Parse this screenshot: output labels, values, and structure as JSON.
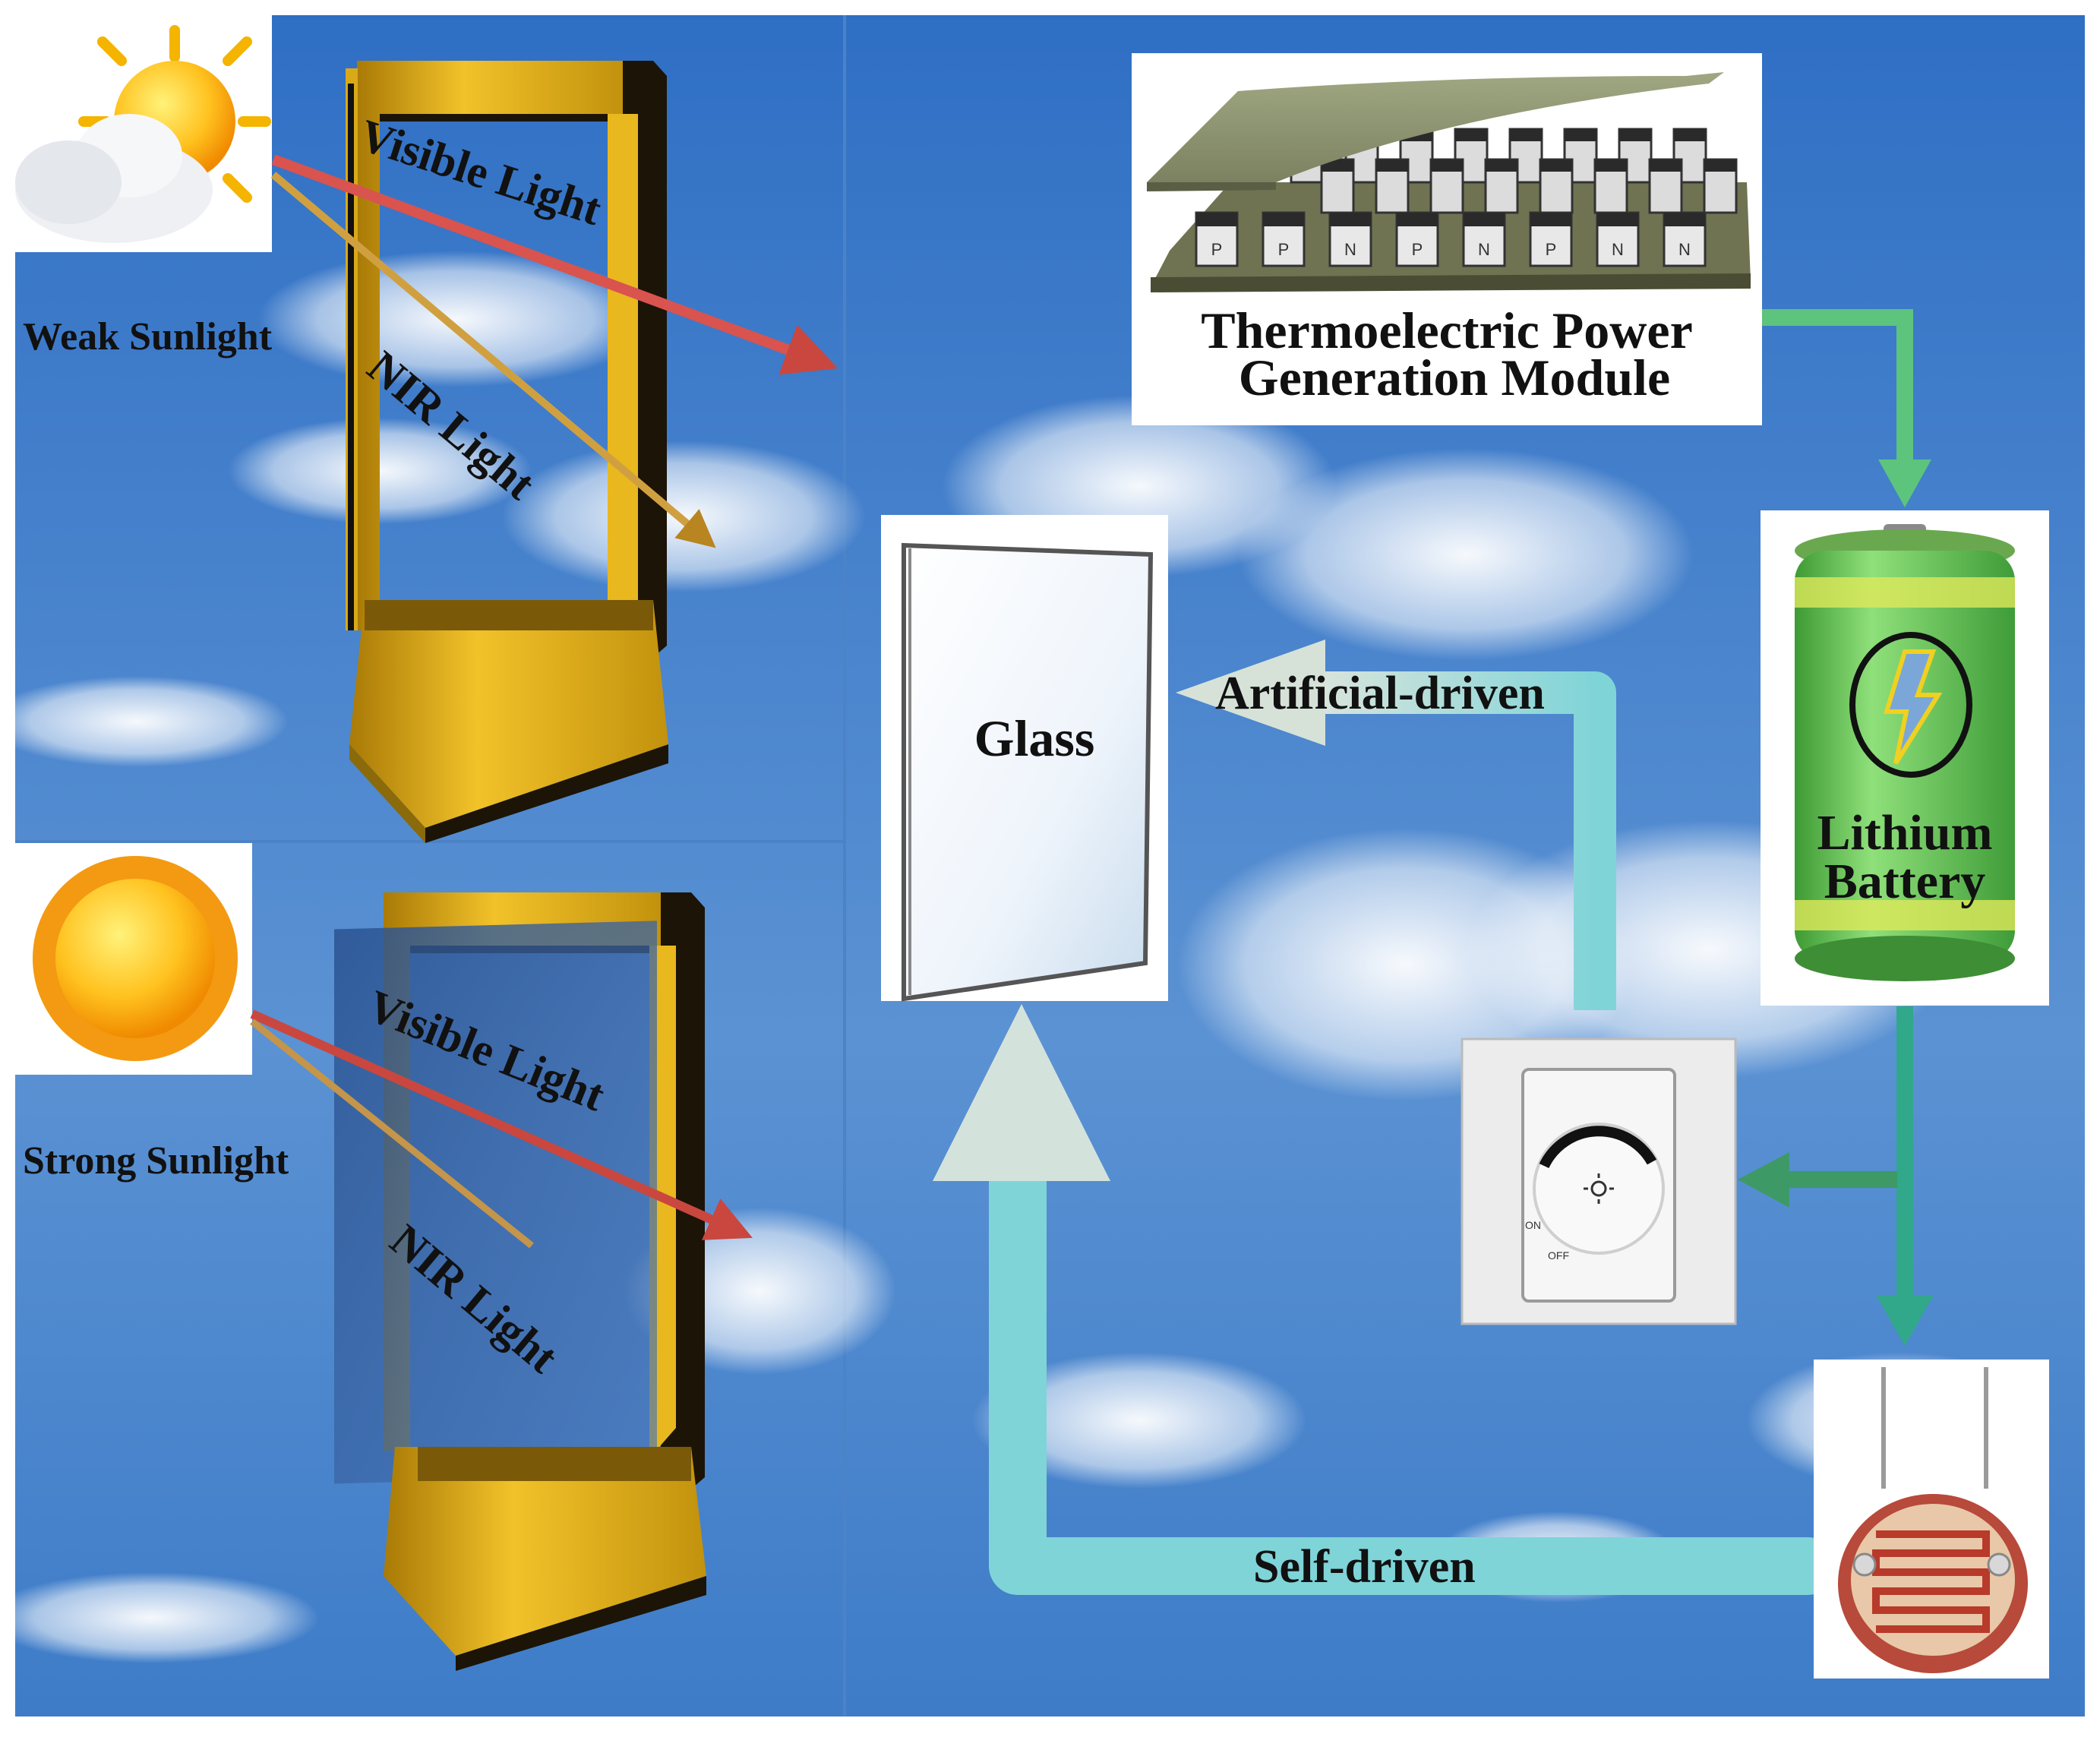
{
  "top_panel": {
    "condition_label": "Weak Sunlight",
    "ray_visible_label": "Visible Light",
    "ray_nir_label": "NIR Light"
  },
  "bottom_panel": {
    "condition_label": "Strong Sunlight",
    "ray_visible_label": "Visible Light",
    "ray_nir_label": "NIR Light"
  },
  "system": {
    "teg_title_line1": "Thermoelectric Power",
    "teg_title_line2": "Generation Module",
    "teg_leg_letters": [
      "P",
      "P",
      "N",
      "P",
      "N",
      "P",
      "N",
      "N"
    ],
    "battery_line1": "Lithium",
    "battery_line2": "Battery",
    "glass_label": "Glass",
    "artificial_label": "Artificial-driven",
    "self_label": "Self-driven",
    "dimmer_on": "ON",
    "dimmer_off": "OFF"
  },
  "colors": {
    "sky": "#5b92d3",
    "frame_gold": "#e6b21c",
    "frame_dark": "#1c1406",
    "visible_ray": "#d9534f",
    "nir_ray": "#d0a040",
    "flow_cyan": "#7fd4d8",
    "flow_green": "#4cbf7a",
    "battery_green": "#6cc85a"
  }
}
